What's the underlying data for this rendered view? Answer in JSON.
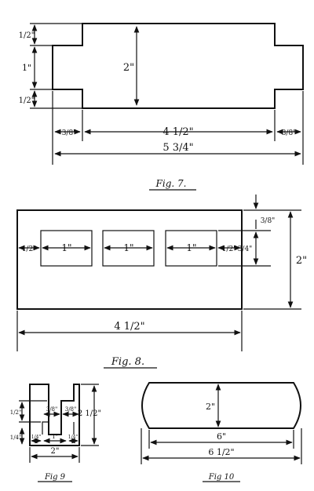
{
  "fig7": {
    "caption": "Fig. 7.",
    "dim_top_notch": "1/2\"",
    "dim_middle": "1\"",
    "dim_bottom_notch": "1/2\"",
    "dim_height": "2\"",
    "dim_left_offset": "3/8\"",
    "dim_inner_width": "4 1/2\"",
    "dim_right_offset": "3/8\"",
    "dim_total_width": "5 3/4\""
  },
  "fig8": {
    "caption": "Fig. 8.",
    "dim_left_margin": "1/2\"",
    "dim_hole1": "1\"",
    "dim_hole2": "1\"",
    "dim_hole3": "1\"",
    "dim_right_margin": "1/2\"",
    "dim_top_margin": "3/8\"",
    "dim_hole_height": "3/4\"",
    "dim_height": "2\"",
    "dim_width": "4 1/2\""
  },
  "fig9": {
    "caption": "Fig 9",
    "dim_top_step": "1/2\"",
    "dim_side_step": "1/4\"",
    "dim_slot_left": "3/8\"",
    "dim_slot_right": "3/8\"",
    "dim_base_left": "1/4\"",
    "dim_base_mid": "1\"",
    "dim_base_right": "1/4\"",
    "dim_height": "2 1/2\"",
    "dim_width": "2\""
  },
  "fig10": {
    "caption": "Fig 10",
    "dim_height": "2\"",
    "dim_inner_width": "6\"",
    "dim_total_width": "6 1/2\""
  }
}
